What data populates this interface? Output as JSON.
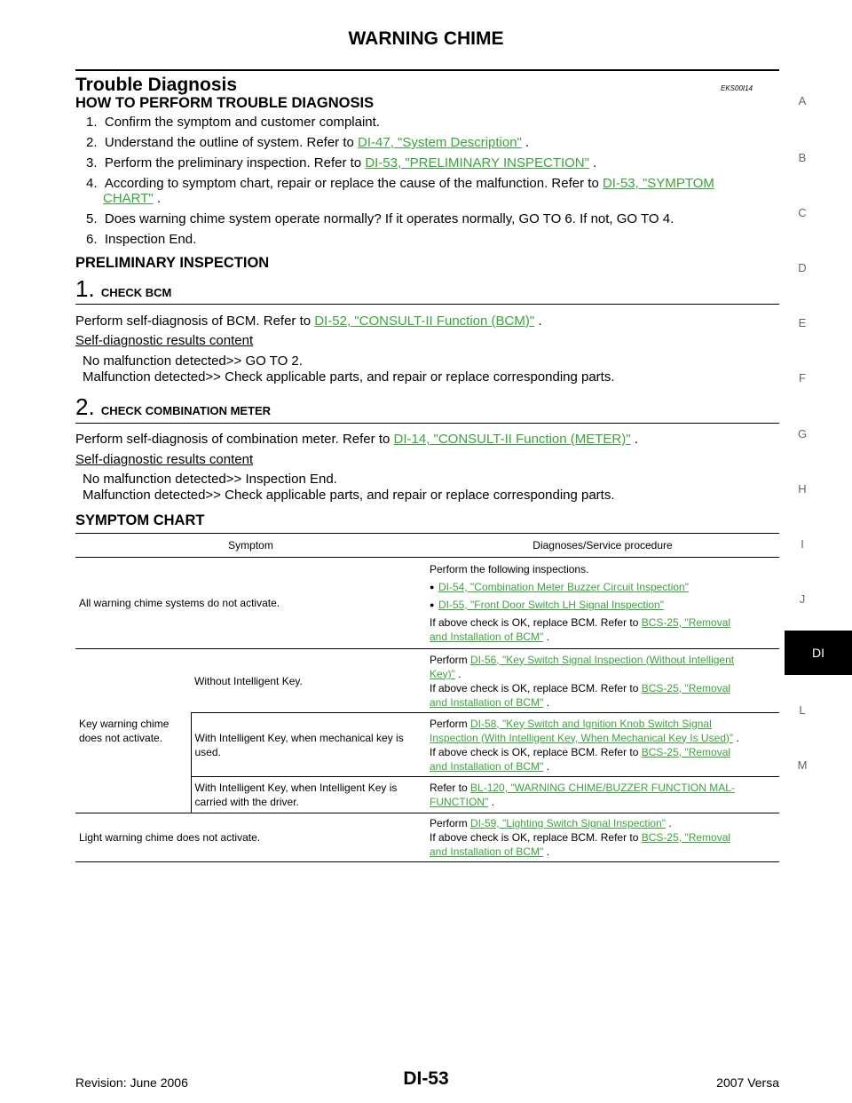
{
  "header": {
    "title": "WARNING CHIME"
  },
  "section": {
    "title": "Trouble Diagnosis",
    "code": "EKS00I14"
  },
  "how_to": {
    "title": "HOW TO PERFORM TROUBLE DIAGNOSIS",
    "steps": [
      {
        "num": "1.",
        "text": "Confirm the symptom and customer complaint."
      },
      {
        "num": "2.",
        "text": "Understand the outline of system. Refer to ",
        "link": "DI-47, \"System Description\"",
        "after": " ."
      },
      {
        "num": "3.",
        "text": "Perform the preliminary inspection. Refer to ",
        "link": "DI-53, \"PRELIMINARY INSPECTION\"",
        "after": " ."
      },
      {
        "num": "4.",
        "text": "According to symptom chart, repair or replace the cause of the malfunction. Refer to ",
        "link": "DI-53, \"SYMPTOM",
        "link2": "CHART\"",
        "after": " ."
      },
      {
        "num": "5.",
        "text": "Does warning chime system operate normally? If it operates normally, GO TO 6. If not, GO TO 4."
      },
      {
        "num": "6.",
        "text": "Inspection End."
      }
    ]
  },
  "preliminary": {
    "title": "PRELIMINARY INSPECTION",
    "steps": [
      {
        "num": "1.",
        "head": "CHECK BCM",
        "text": "Perform self-diagnosis of BCM. Refer to ",
        "link": "DI-52, \"CONSULT-II Function (BCM)\"",
        "after": " .",
        "results_label": "Self-diagnostic results content",
        "ok": "No malfunction detected>> GO TO 2.",
        "ng": "Malfunction detected>> Check applicable parts, and repair or replace corresponding parts."
      },
      {
        "num": "2.",
        "head": "CHECK COMBINATION METER",
        "text": "Perform self-diagnosis of combination meter. Refer to ",
        "link": "DI-14, \"CONSULT-II Function (METER)\"",
        "after": " .",
        "results_label": "Self-diagnostic results content",
        "ok": "No malfunction detected>> Inspection End.",
        "ng": "Malfunction detected>> Check applicable parts, and repair or replace corresponding parts."
      }
    ]
  },
  "symptom_chart": {
    "title": "SYMPTOM CHART",
    "col_symptom": "Symptom",
    "col_procedure": "Diagnoses/Service procedure",
    "row1": {
      "symptom": "All warning chime systems do not activate.",
      "intro": "Perform the following inspections.",
      "b1": "DI-54, \"Combination Meter Buzzer Circuit Inspection\"",
      "b2": "DI-55, \"Front Door Switch LH Signal Inspection\"",
      "tail": "If above check is OK, replace BCM. Refer to ",
      "tail_link1": "BCS-25, \"Removal ",
      "tail_link2": "and Installation of BCM\"",
      "tail_after": " ."
    },
    "key": {
      "symptom_l1": "Key warning chime",
      "symptom_l2": "does not activate.",
      "sub1": {
        "cond": "Without Intelligent Key.",
        "pre": "Perform ",
        "link1": "DI-56, \"Key Switch Signal Inspection (Without Intelligent ",
        "link2": "Key)\"",
        "after": " .",
        "tail": "If above check is OK, replace BCM. Refer to ",
        "tail_link1": "BCS-25, \"Removal ",
        "tail_link2": "and Installation of BCM\"",
        "tail_after": " ."
      },
      "sub2": {
        "cond": "With Intelligent Key, when mechanical key is used.",
        "pre": "Perform ",
        "link1": "DI-58, \"Key Switch and Ignition Knob Switch Signal ",
        "link2": "Inspection (With Intelligent Key, When Mechanical Key Is Used)\"",
        "after": " .",
        "tail": "If above check is OK, replace BCM. Refer to ",
        "tail_link1": "BCS-25, \"Removal ",
        "tail_link2": "and Installation of BCM\"",
        "tail_after": " ."
      },
      "sub3": {
        "cond": "With Intelligent Key, when Intelligent Key is carried with the driver.",
        "pre": "Refer to ",
        "link1": "BL-120, \"WARNING CHIME/BUZZER FUNCTION MAL-",
        "link2": "FUNCTION\"",
        "after": " ."
      }
    },
    "light": {
      "symptom": "Light warning chime does not activate.",
      "pre": "Perform ",
      "link1": "DI-59, \"Lighting Switch Signal Inspection\"",
      "after": " .",
      "tail": "If above check is OK, replace BCM. Refer to ",
      "tail_link1": "BCS-25, \"Removal ",
      "tail_link2": "and Installation of BCM\"",
      "tail_after": " ."
    }
  },
  "sidebar": {
    "letters": [
      "A",
      "B",
      "C",
      "D",
      "E",
      "F",
      "G",
      "H",
      "I",
      "J",
      "L",
      "M"
    ],
    "active": "DI"
  },
  "footer": {
    "revision": "Revision: June 2006",
    "page": "DI-53",
    "model": "2007 Versa"
  },
  "colors": {
    "link": "#3aa53a",
    "tab_bg": "#000000"
  }
}
